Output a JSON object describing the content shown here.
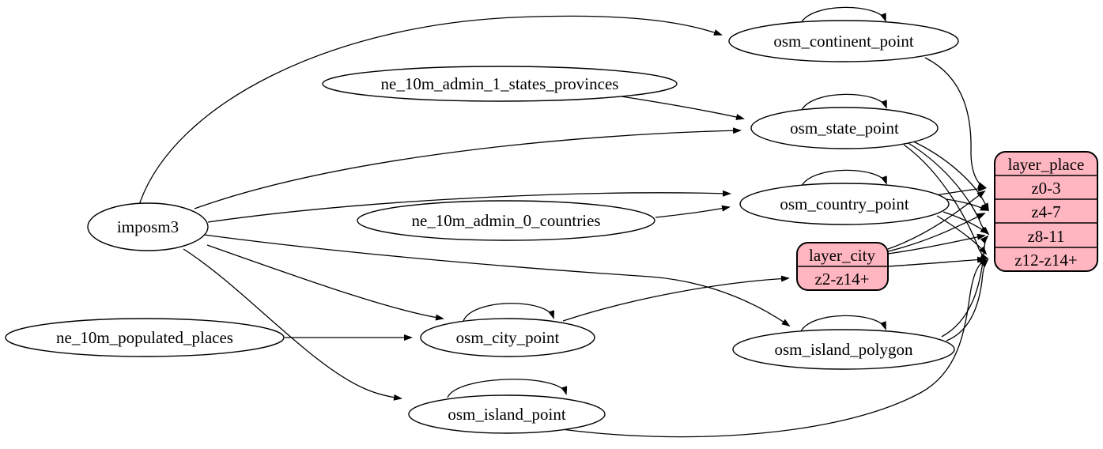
{
  "colors": {
    "background": "#ffffff",
    "node_fill": "#ffffff",
    "record_fill": "#ffb6c1",
    "stroke": "#000000"
  },
  "nodes": {
    "imposm3": {
      "label": "imposm3"
    },
    "osm_continent_point": {
      "label": "osm_continent_point"
    },
    "ne_10m_admin_1_states_provinces": {
      "label": "ne_10m_admin_1_states_provinces"
    },
    "osm_state_point": {
      "label": "osm_state_point"
    },
    "osm_country_point": {
      "label": "osm_country_point"
    },
    "ne_10m_admin_0_countries": {
      "label": "ne_10m_admin_0_countries"
    },
    "ne_10m_populated_places": {
      "label": "ne_10m_populated_places"
    },
    "osm_city_point": {
      "label": "osm_city_point"
    },
    "osm_island_polygon": {
      "label": "osm_island_polygon"
    },
    "osm_island_point": {
      "label": "osm_island_point"
    },
    "layer_city": {
      "title": "layer_city",
      "rows": [
        "z2-z14+"
      ]
    },
    "layer_place": {
      "title": "layer_place",
      "rows": [
        "z0-3",
        "z4-7",
        "z8-11",
        "z12-z14+"
      ]
    }
  },
  "edges": [
    {
      "from": "imposm3",
      "to": "osm_continent_point"
    },
    {
      "from": "imposm3",
      "to": "osm_state_point"
    },
    {
      "from": "imposm3",
      "to": "osm_country_point"
    },
    {
      "from": "imposm3",
      "to": "osm_city_point"
    },
    {
      "from": "imposm3",
      "to": "osm_island_polygon"
    },
    {
      "from": "imposm3",
      "to": "osm_island_point"
    },
    {
      "from": "ne_10m_admin_1_states_provinces",
      "to": "osm_state_point"
    },
    {
      "from": "ne_10m_admin_0_countries",
      "to": "osm_country_point"
    },
    {
      "from": "ne_10m_populated_places",
      "to": "osm_city_point"
    },
    {
      "from": "osm_continent_point",
      "to": "osm_continent_point"
    },
    {
      "from": "osm_state_point",
      "to": "osm_state_point"
    },
    {
      "from": "osm_country_point",
      "to": "osm_country_point"
    },
    {
      "from": "osm_city_point",
      "to": "osm_city_point"
    },
    {
      "from": "osm_island_polygon",
      "to": "osm_island_polygon"
    },
    {
      "from": "osm_island_point",
      "to": "osm_island_point"
    },
    {
      "from": "osm_continent_point",
      "to": "layer_place",
      "to_row": "z0-3"
    },
    {
      "from": "osm_country_point",
      "to": "layer_place",
      "to_row": "z0-3"
    },
    {
      "from": "osm_country_point",
      "to": "layer_place",
      "to_row": "z4-7"
    },
    {
      "from": "osm_country_point",
      "to": "layer_place",
      "to_row": "z8-11"
    },
    {
      "from": "osm_country_point",
      "to": "layer_place",
      "to_row": "z12-z14+"
    },
    {
      "from": "osm_state_point",
      "to": "layer_place",
      "to_row": "z4-7"
    },
    {
      "from": "osm_state_point",
      "to": "layer_place",
      "to_row": "z8-11"
    },
    {
      "from": "osm_state_point",
      "to": "layer_place",
      "to_row": "z12-z14+"
    },
    {
      "from": "osm_city_point",
      "to": "layer_city",
      "to_row": "z2-z14+"
    },
    {
      "from": "layer_city",
      "to": "layer_place",
      "to_row": "z0-3"
    },
    {
      "from": "layer_city",
      "to": "layer_place",
      "to_row": "z4-7"
    },
    {
      "from": "layer_city",
      "to": "layer_place",
      "to_row": "z8-11"
    },
    {
      "from": "layer_city",
      "to": "layer_place",
      "to_row": "z12-z14+"
    },
    {
      "from": "osm_island_polygon",
      "to": "layer_place",
      "to_row": "z8-11"
    },
    {
      "from": "osm_island_polygon",
      "to": "layer_place",
      "to_row": "z12-z14+"
    },
    {
      "from": "osm_island_point",
      "to": "layer_place",
      "to_row": "z12-z14+"
    }
  ]
}
